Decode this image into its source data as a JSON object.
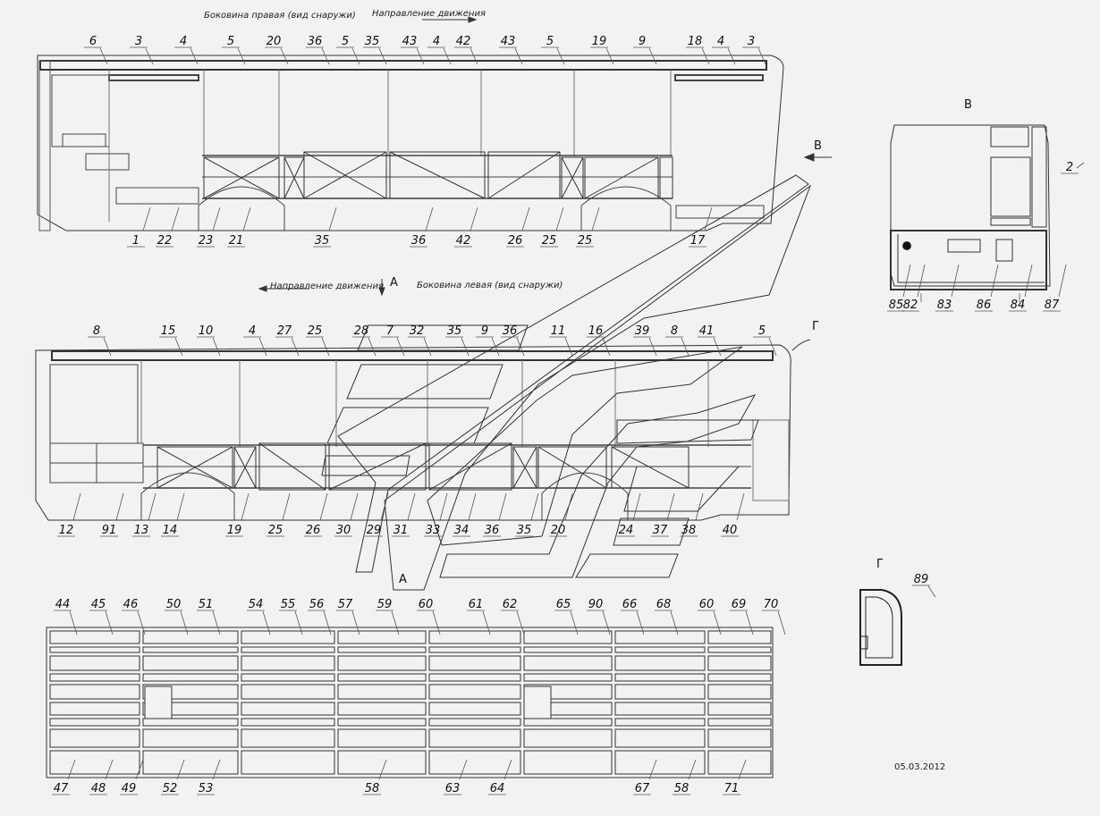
{
  "captions": {
    "right_side": "Боковина правая (вид снаружи)",
    "direction_top": "Направление движения",
    "direction_mid": "Направление движения",
    "left_side": "Боковина левая (вид снаружи)"
  },
  "view_letters": {
    "a_mid": "А",
    "a_bottom": "А",
    "b_arrow": "В",
    "b_title": "В",
    "g_arrow": "Г",
    "g_title": "Г"
  },
  "date": "05.03.2012",
  "labels": {
    "right_top": [
      "6",
      "3",
      "4",
      "5",
      "20",
      "36",
      "5",
      "35",
      "43",
      "4",
      "42",
      "43",
      "5",
      "19",
      "9",
      "18",
      "4",
      "3"
    ],
    "right_bottom": [
      "1",
      "22",
      "23",
      "21",
      "35",
      "36",
      "42",
      "26",
      "25",
      "25",
      "17"
    ],
    "rear_side": [
      "2"
    ],
    "rear_bottom": [
      "85",
      "82",
      "83",
      "86",
      "84",
      "87"
    ],
    "left_top": [
      "8",
      "15",
      "10",
      "4",
      "27",
      "25",
      "28",
      "7",
      "32",
      "35",
      "9",
      "36",
      "11",
      "16",
      "39",
      "8",
      "41",
      "5"
    ],
    "left_bottom": [
      "12",
      "91",
      "13",
      "14",
      "19",
      "25",
      "26",
      "30",
      "29",
      "31",
      "33",
      "34",
      "36",
      "35",
      "20",
      "24",
      "37",
      "38",
      "40"
    ],
    "panels_top": [
      "44",
      "45",
      "46",
      "50",
      "51",
      "54",
      "55",
      "56",
      "57",
      "59",
      "60",
      "61",
      "62",
      "65",
      "90",
      "66",
      "68",
      "60",
      "69",
      "70"
    ],
    "panels_bottom": [
      "47",
      "48",
      "49",
      "52",
      "53",
      "58",
      "63",
      "64",
      "67",
      "58",
      "71"
    ],
    "detail_g": [
      "89"
    ]
  }
}
